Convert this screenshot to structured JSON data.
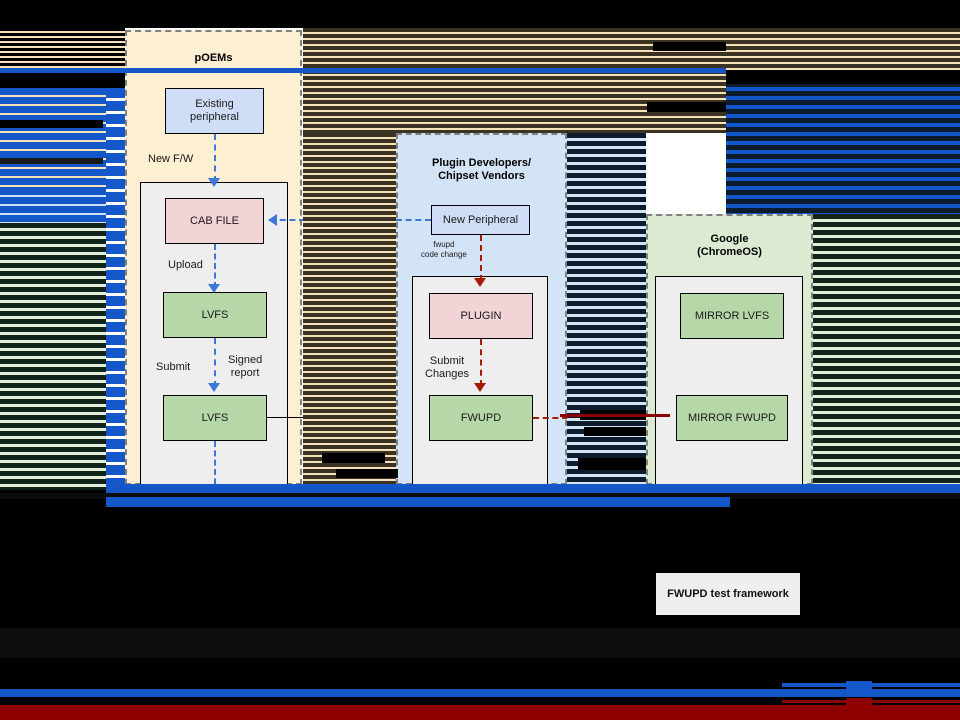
{
  "diagram": {
    "title": "FWUPD firmware update ecosystem flow",
    "lanes": [
      {
        "id": "poems",
        "title": "pOEMs",
        "fill": "#fdefd2",
        "nodes": [
          {
            "id": "existing-peripheral",
            "label": "Existing\nperipheral",
            "fill": "#cfdef6"
          },
          {
            "id": "cab-file",
            "label": "CAB FILE",
            "fill": "#f2d3d6"
          },
          {
            "id": "lvfs-upload",
            "label": "LVFS",
            "fill": "#b6d7a8"
          },
          {
            "id": "lvfs-submit",
            "label": "LVFS",
            "fill": "#b6d7a8"
          }
        ],
        "edge_labels": [
          "New F/W",
          "Upload",
          "Submit",
          "Signed\nreport"
        ]
      },
      {
        "id": "plugin-developers",
        "title": "Plugin Developers/\nChipset Vendors",
        "fill": "#d4e4f7",
        "nodes": [
          {
            "id": "new-peripheral",
            "label": "New Peripheral",
            "fill": "#cfdef6"
          },
          {
            "id": "plugin",
            "label": "PLUGIN",
            "fill": "#f2d3d6"
          },
          {
            "id": "fwupd",
            "label": "FWUPD",
            "fill": "#b6d7a8"
          }
        ],
        "edge_labels": [
          "fwupd\ncode change",
          "Submit\nChanges"
        ]
      },
      {
        "id": "google-chromeos",
        "title": "Google\n(ChromeOS)",
        "fill": "#dcead2",
        "nodes": [
          {
            "id": "mirror-lvfs",
            "label": "MIRROR LVFS",
            "fill": "#b6d7a8"
          },
          {
            "id": "mirror-fwupd",
            "label": "MIRROR FWUPD",
            "fill": "#b6d7a8"
          }
        ],
        "edge_labels": []
      }
    ],
    "labels": {
      "new_fw": "New F/W",
      "upload": "Upload",
      "submit": "Submit",
      "signed_report": "Signed\nreport",
      "fwupd_code_change": "fwupd\ncode change",
      "submit_changes": "Submit\nChanges"
    },
    "nodes": {
      "existing_peripheral_line1": "Existing",
      "existing_peripheral_line2": "peripheral",
      "cab_file": "CAB FILE",
      "lvfs_upper": "LVFS",
      "lvfs_lower": "LVFS",
      "new_peripheral": "New Peripheral",
      "plugin": "PLUGIN",
      "fwupd": "FWUPD",
      "mirror_lvfs": "MIRROR LVFS",
      "mirror_fwupd": "MIRROR FWUPD"
    },
    "lane_titles": {
      "poems": "pOEMs",
      "plugin_line1": "Plugin Developers/",
      "plugin_line2": "Chipset Vendors",
      "google_line1": "Google",
      "google_line2": "(ChromeOS)"
    }
  },
  "caption": {
    "text": "FWUPD test framework"
  },
  "colors": {
    "poems_fill": "#fdefd2",
    "plugin_fill": "#d4e4f7",
    "google_fill": "#dcead2",
    "node_blue": "#cfdef6",
    "node_pink": "#f2d3d6",
    "node_green": "#b6d7a8",
    "arrow_blue": "#3b78d8",
    "arrow_red": "#a61c00",
    "inner_box": "#eeeeee",
    "glitch_blue": "#1357c8",
    "glitch_red": "#8c0000",
    "background": "#000000"
  }
}
